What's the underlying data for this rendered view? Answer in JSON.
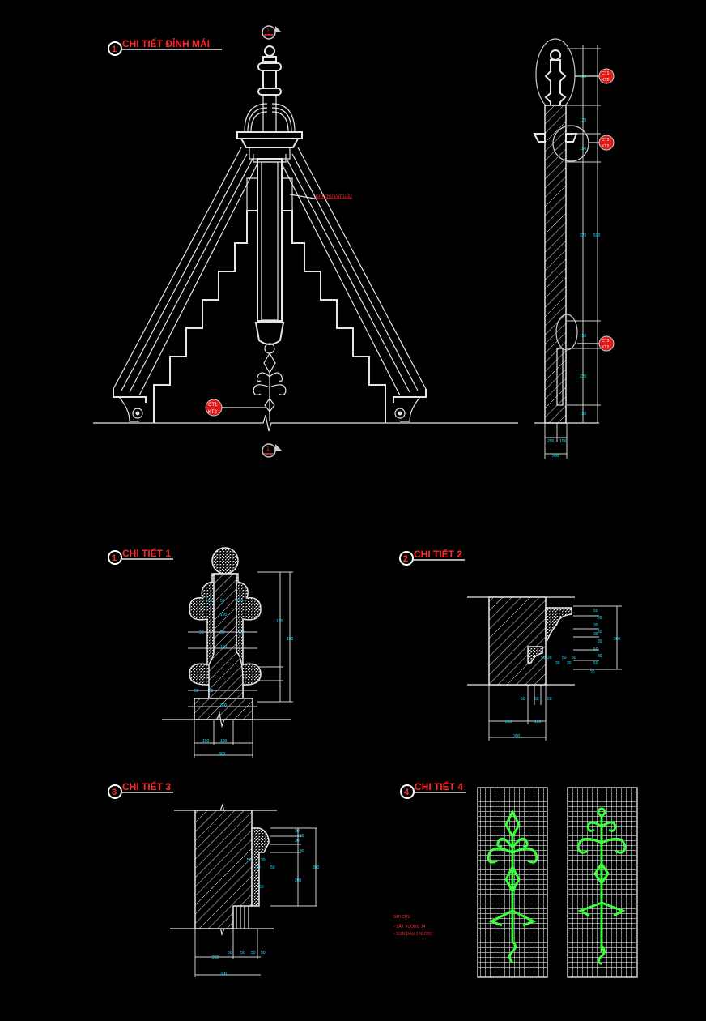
{
  "sheet": {
    "main_title": {
      "number": "1",
      "label": "CHI TIẾT ĐỈNH MÁI"
    },
    "callout_top": {
      "number": "1",
      "sub": "---"
    },
    "callout_bottom": {
      "number": "1",
      "sub": "---"
    },
    "leader_label": "GHI CHÚ VẬT LIỆU",
    "elevation_tag": {
      "top": "CT1",
      "bottom": "KT2"
    },
    "side_tags": [
      {
        "top": "CT1",
        "bottom": "KT2"
      },
      {
        "top": "CT2",
        "bottom": "KT2"
      },
      {
        "top": "CT3",
        "bottom": "KT2"
      }
    ],
    "side_dims": [
      "150",
      "120",
      "150",
      "220",
      "500",
      "150",
      "220",
      "150"
    ],
    "side_bottom_dims": [
      "200",
      "100",
      "300"
    ]
  },
  "details": [
    {
      "number": "1",
      "label": "CHI TIẾT 1",
      "dims": [
        "100",
        "50",
        "100",
        "150",
        "50",
        "50",
        "50",
        "100",
        "50",
        "50",
        "300",
        "150",
        "100",
        "150",
        "100",
        "300"
      ]
    },
    {
      "number": "2",
      "label": "CHI TIẾT 2",
      "dims": [
        "50",
        "30",
        "30",
        "50",
        "30",
        "30",
        "50",
        "30",
        "50",
        "20",
        "50",
        "20",
        "30",
        "50",
        "50",
        "20",
        "300",
        "50",
        "50",
        "50",
        "200",
        "100",
        "300"
      ]
    },
    {
      "number": "3",
      "label": "CHI TIẾT 3",
      "dims": [
        "30",
        "50",
        "30",
        "30",
        "50",
        "30",
        "20",
        "50",
        "50",
        "300",
        "200",
        "50",
        "50",
        "50",
        "50",
        "200",
        "300"
      ]
    },
    {
      "number": "4",
      "label": "CHI TIẾT 4",
      "notes": [
        "GHI CHÚ",
        "- SẮT VUÔNG 14",
        "- SƠN DẦU 3 NƯỚC"
      ]
    }
  ],
  "colors": {
    "background": "#000000",
    "line": "#e6e6e6",
    "title": "#ff2a2a",
    "dimension_text": "#19e6ff",
    "ornament": "#3cff3c"
  }
}
